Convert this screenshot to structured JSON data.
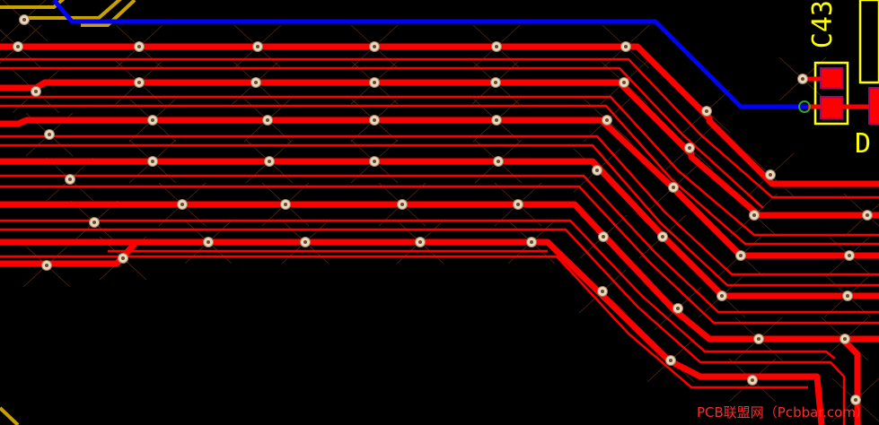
{
  "board": {
    "background_color": "#000000",
    "layers": {
      "top_copper_color": "#ff0000",
      "bottom_copper_color": "#0000ff",
      "inner_copper_color": "#c8a000",
      "silkscreen_color": "#ffff00",
      "via_color": "#e8d8c0"
    }
  },
  "components": {
    "capacitor_ref": "C43",
    "diode_ref": "D"
  },
  "watermark": {
    "text": "PCB联盟网（Pcbbar.com）"
  },
  "icons": {
    "via": "via-icon",
    "pad": "smd-pad-icon"
  }
}
